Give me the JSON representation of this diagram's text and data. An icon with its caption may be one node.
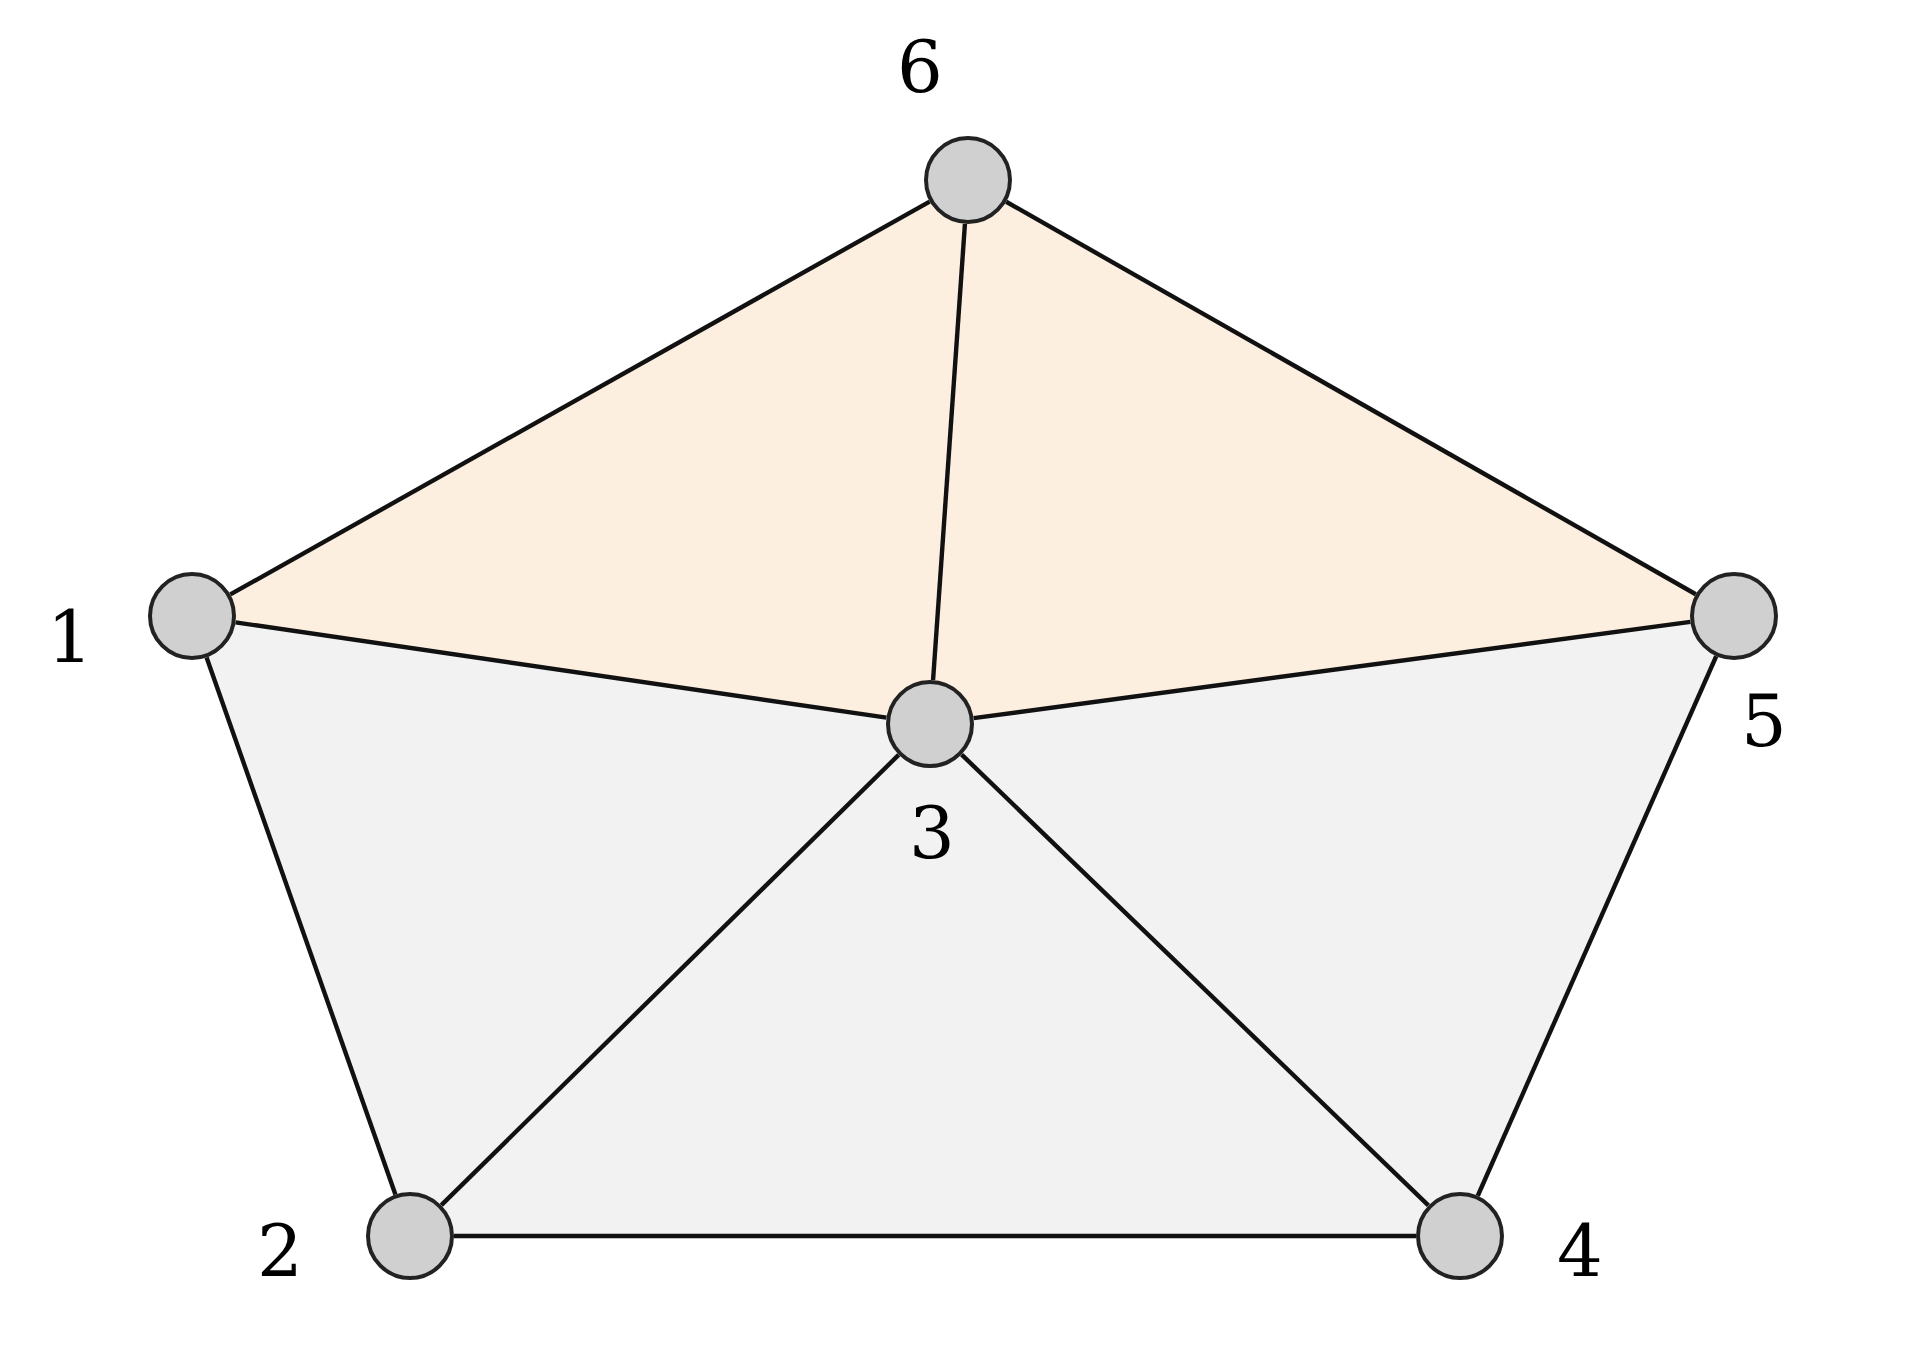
{
  "diagram": {
    "nodes": [
      {
        "text": [],
        "shape": "circle",
        "beside": [
          "1"
        ]
      },
      {
        "text": [],
        "shape": "circle",
        "beside": [
          "2"
        ]
      },
      {
        "text": [],
        "shape": "circle",
        "beside": [
          "3"
        ]
      },
      {
        "text": [],
        "shape": "circle",
        "beside": [
          "4"
        ]
      },
      {
        "text": [],
        "shape": "circle",
        "beside": [
          "5"
        ]
      },
      {
        "text": [],
        "shape": "circle",
        "beside": [
          "6"
        ]
      }
    ],
    "edges": [
      {
        "from": 0,
        "to": 5,
        "arrow": "none"
      },
      {
        "from": 5,
        "to": 2,
        "arrow": "none"
      },
      {
        "from": 5,
        "to": 4,
        "arrow": "none"
      },
      {
        "from": 0,
        "to": 2,
        "arrow": "none"
      },
      {
        "from": 2,
        "to": 4,
        "arrow": "none"
      },
      {
        "from": 0,
        "to": 1,
        "arrow": "none"
      },
      {
        "from": 1,
        "to": 2,
        "arrow": "none"
      },
      {
        "from": 2,
        "to": 3,
        "arrow": "none"
      },
      {
        "from": 1,
        "to": 3,
        "arrow": "none"
      },
      {
        "from": 3,
        "to": 4,
        "arrow": "none"
      }
    ]
  }
}
